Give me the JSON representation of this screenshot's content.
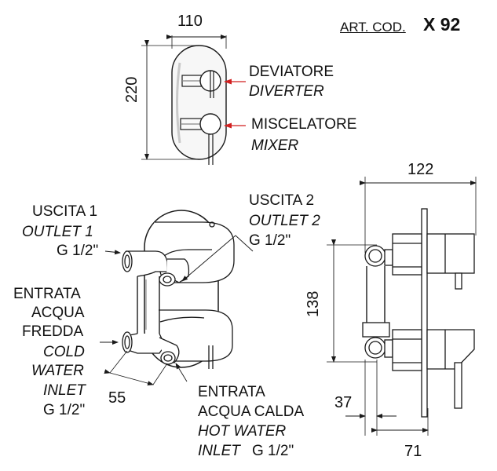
{
  "header": {
    "art_label": "ART. COD.",
    "art_code": "X 92"
  },
  "front_view": {
    "width_dim": "110",
    "height_dim": "220",
    "diverter_it": "DEVIATORE",
    "diverter_en": "DIVERTER",
    "mixer_it": "MISCELATORE",
    "mixer_en": "MIXER"
  },
  "rear_view": {
    "outlet1_it": "USCITA 1",
    "outlet1_en": "OUTLET 1",
    "outlet1_thread": "G 1/2\"",
    "outlet2_it": "USCITA 2",
    "outlet2_en": "OUTLET 2",
    "outlet2_thread": "G 1/2\"",
    "cold_it_1": "ENTRATA",
    "cold_it_2": "ACQUA",
    "cold_it_3": "FREDDA",
    "cold_en_1": "COLD",
    "cold_en_2": "WATER",
    "cold_en_3": "INLET",
    "cold_thread": "G 1/2\"",
    "hot_it_1": "ENTRATA",
    "hot_it_2": "ACQUA CALDA",
    "hot_en_1": "HOT WATER",
    "hot_en_2": "INLET",
    "hot_thread": "G 1/2\"",
    "spacing_dim": "55"
  },
  "side_view": {
    "depth_dim": "122",
    "height_dim": "138",
    "inlet_offset_dim": "37",
    "body_depth_dim": "71"
  },
  "colors": {
    "line": "#1a1a1a",
    "callout_arrow": "#d11f1f"
  }
}
